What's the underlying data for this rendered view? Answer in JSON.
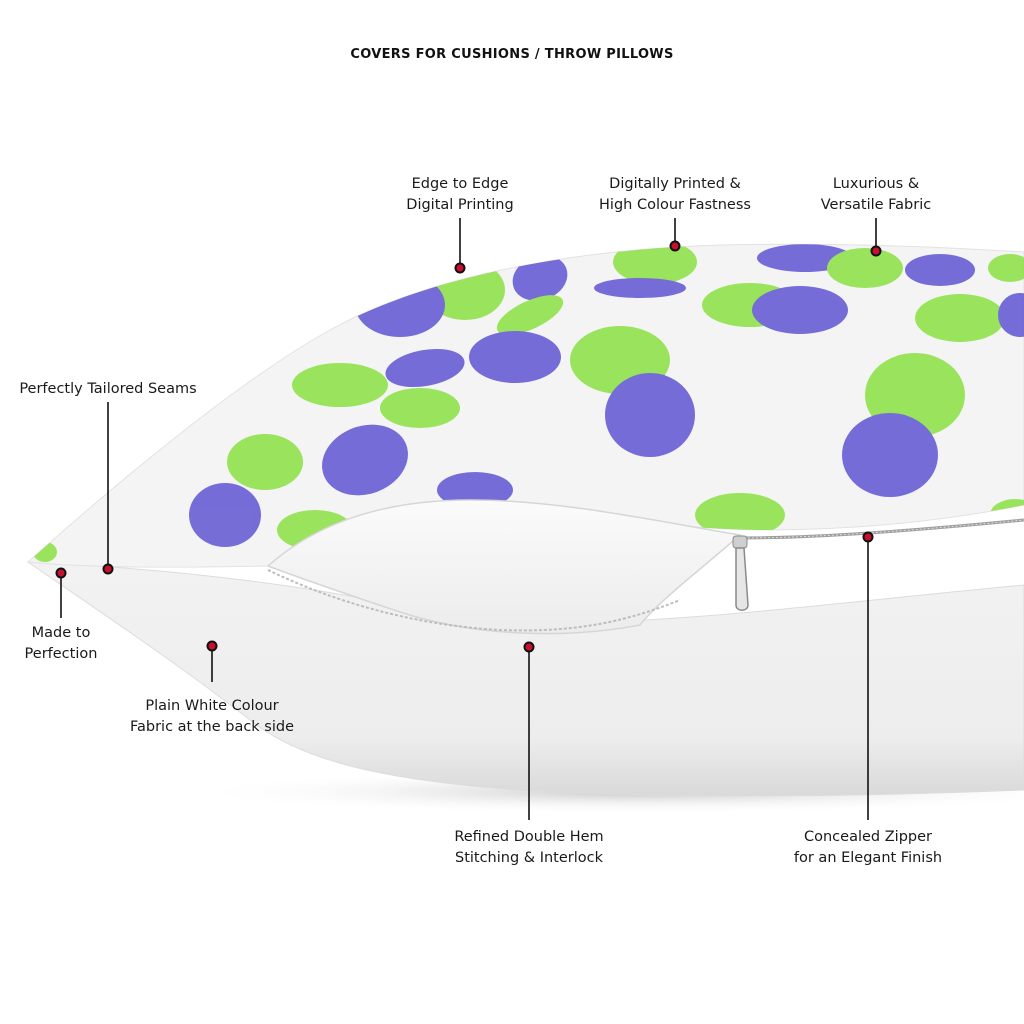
{
  "title": "COVERS FOR CUSHIONS / THROW PILLOWS",
  "callouts": {
    "edge_to_edge": {
      "line1": "Edge to Edge",
      "line2": "Digital Printing"
    },
    "digitally_printed": {
      "line1": "Digitally Printed &",
      "line2": "High Colour Fastness"
    },
    "luxurious": {
      "line1": "Luxurious &",
      "line2": "Versatile Fabric"
    },
    "tailored_seams": {
      "line1": "Perfectly Tailored Seams"
    },
    "made_to_perfection": {
      "line1": "Made to",
      "line2": "Perfection"
    },
    "plain_white_back": {
      "line1": "Plain White Colour",
      "line2": "Fabric at the back side"
    },
    "double_hem": {
      "line1": "Refined Double Hem",
      "line2": "Stitching & Interlock"
    },
    "concealed_zipper": {
      "line1": "Concealed Zipper",
      "line2": "for an Elegant Finish"
    }
  },
  "colors": {
    "dot_purple": "#5a4fd1",
    "dot_green": "#86e03c",
    "fabric": "#f3f3f3",
    "marker_fill": "#c8102e",
    "marker_ring": "#111111"
  },
  "icons": [
    "zipper-pull-icon"
  ]
}
